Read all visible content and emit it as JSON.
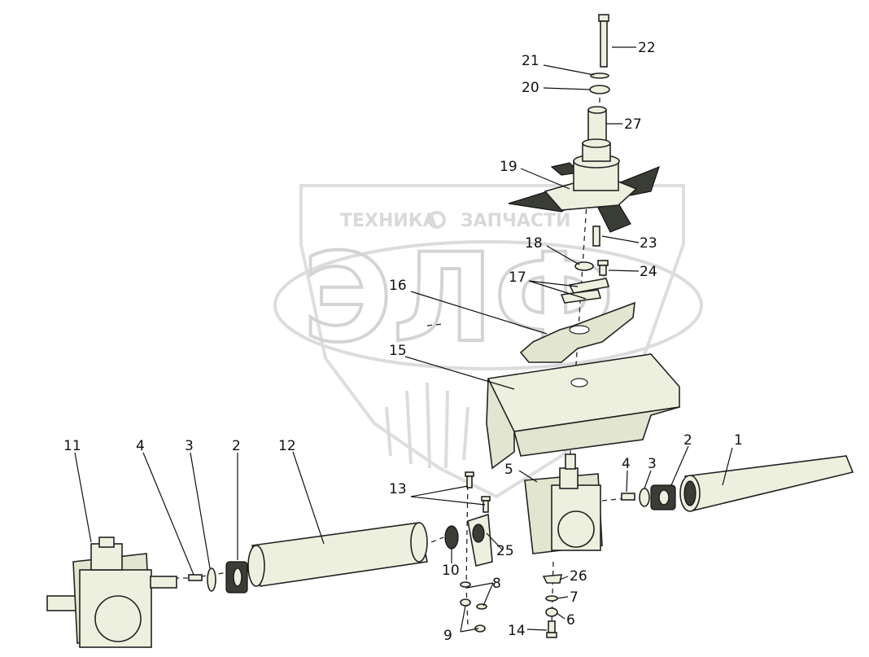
{
  "watermark": {
    "top_left": "ТЕХНИКА",
    "top_right": "ЗАПЧАСТИ",
    "logo": "ЭЛФ"
  },
  "callouts": [
    {
      "id": "c1",
      "text": "1"
    },
    {
      "id": "c2a",
      "text": "2"
    },
    {
      "id": "c2b",
      "text": "2"
    },
    {
      "id": "c3a",
      "text": "3"
    },
    {
      "id": "c3b",
      "text": "3"
    },
    {
      "id": "c4a",
      "text": "4"
    },
    {
      "id": "c4b",
      "text": "4"
    },
    {
      "id": "c5",
      "text": "5"
    },
    {
      "id": "c6",
      "text": "6"
    },
    {
      "id": "c7",
      "text": "7"
    },
    {
      "id": "c8",
      "text": "8"
    },
    {
      "id": "c9",
      "text": "9"
    },
    {
      "id": "c10",
      "text": "10"
    },
    {
      "id": "c11",
      "text": "11"
    },
    {
      "id": "c12",
      "text": "12"
    },
    {
      "id": "c13",
      "text": "13"
    },
    {
      "id": "c14",
      "text": "14"
    },
    {
      "id": "c15",
      "text": "15"
    },
    {
      "id": "c16",
      "text": "16"
    },
    {
      "id": "c17",
      "text": "17"
    },
    {
      "id": "c18",
      "text": "18"
    },
    {
      "id": "c19",
      "text": "19"
    },
    {
      "id": "c20",
      "text": "20"
    },
    {
      "id": "c21",
      "text": "21"
    },
    {
      "id": "c22",
      "text": "22"
    },
    {
      "id": "c23",
      "text": "23"
    },
    {
      "id": "c24",
      "text": "24"
    },
    {
      "id": "c25",
      "text": "25"
    },
    {
      "id": "c26",
      "text": "26"
    },
    {
      "id": "c27",
      "text": "27"
    }
  ]
}
